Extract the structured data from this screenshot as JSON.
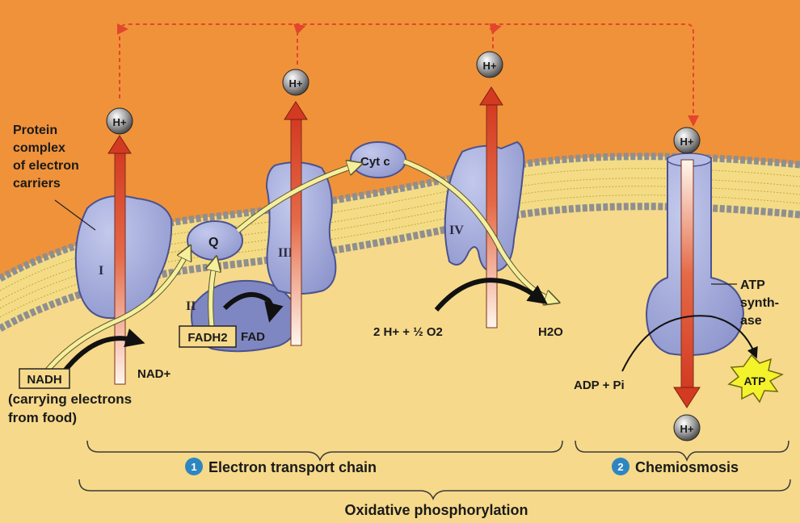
{
  "labels": {
    "protein_complex": [
      "Protein",
      "complex",
      "of electron",
      "carriers"
    ],
    "h_plus": "H+",
    "complex_1": "I",
    "complex_2": "II",
    "complex_3": "III",
    "complex_4": "IV",
    "q": "Q",
    "cyt_c": "Cyt c",
    "nadh": "NADH",
    "nad_plus": "NAD+",
    "carrying": [
      "(carrying electrons",
      "from food)"
    ],
    "fadh2": "FADH2",
    "fad": "FAD",
    "oxygen_reaction": "2 H+ + ½ O2",
    "water": "H2O",
    "atp_synthase": [
      "ATP",
      "synth-",
      "ase"
    ],
    "adp_pi": "ADP + Pi",
    "atp": "ATP",
    "step1_num": "1",
    "step1": "Electron transport chain",
    "step2_num": "2",
    "step2": "Chemiosmosis",
    "oxidative": "Oxidative phosphorylation"
  },
  "colors": {
    "intermembrane": "#f0923a",
    "matrix": "#f6d98a",
    "protein": "#9ea6d8",
    "protein_edge": "#4b5290",
    "electron_path": "#f5ef9c",
    "proton_arrow": "#d9422a",
    "badge": "#2e86c1",
    "atp_burst": "#f4f22a"
  }
}
